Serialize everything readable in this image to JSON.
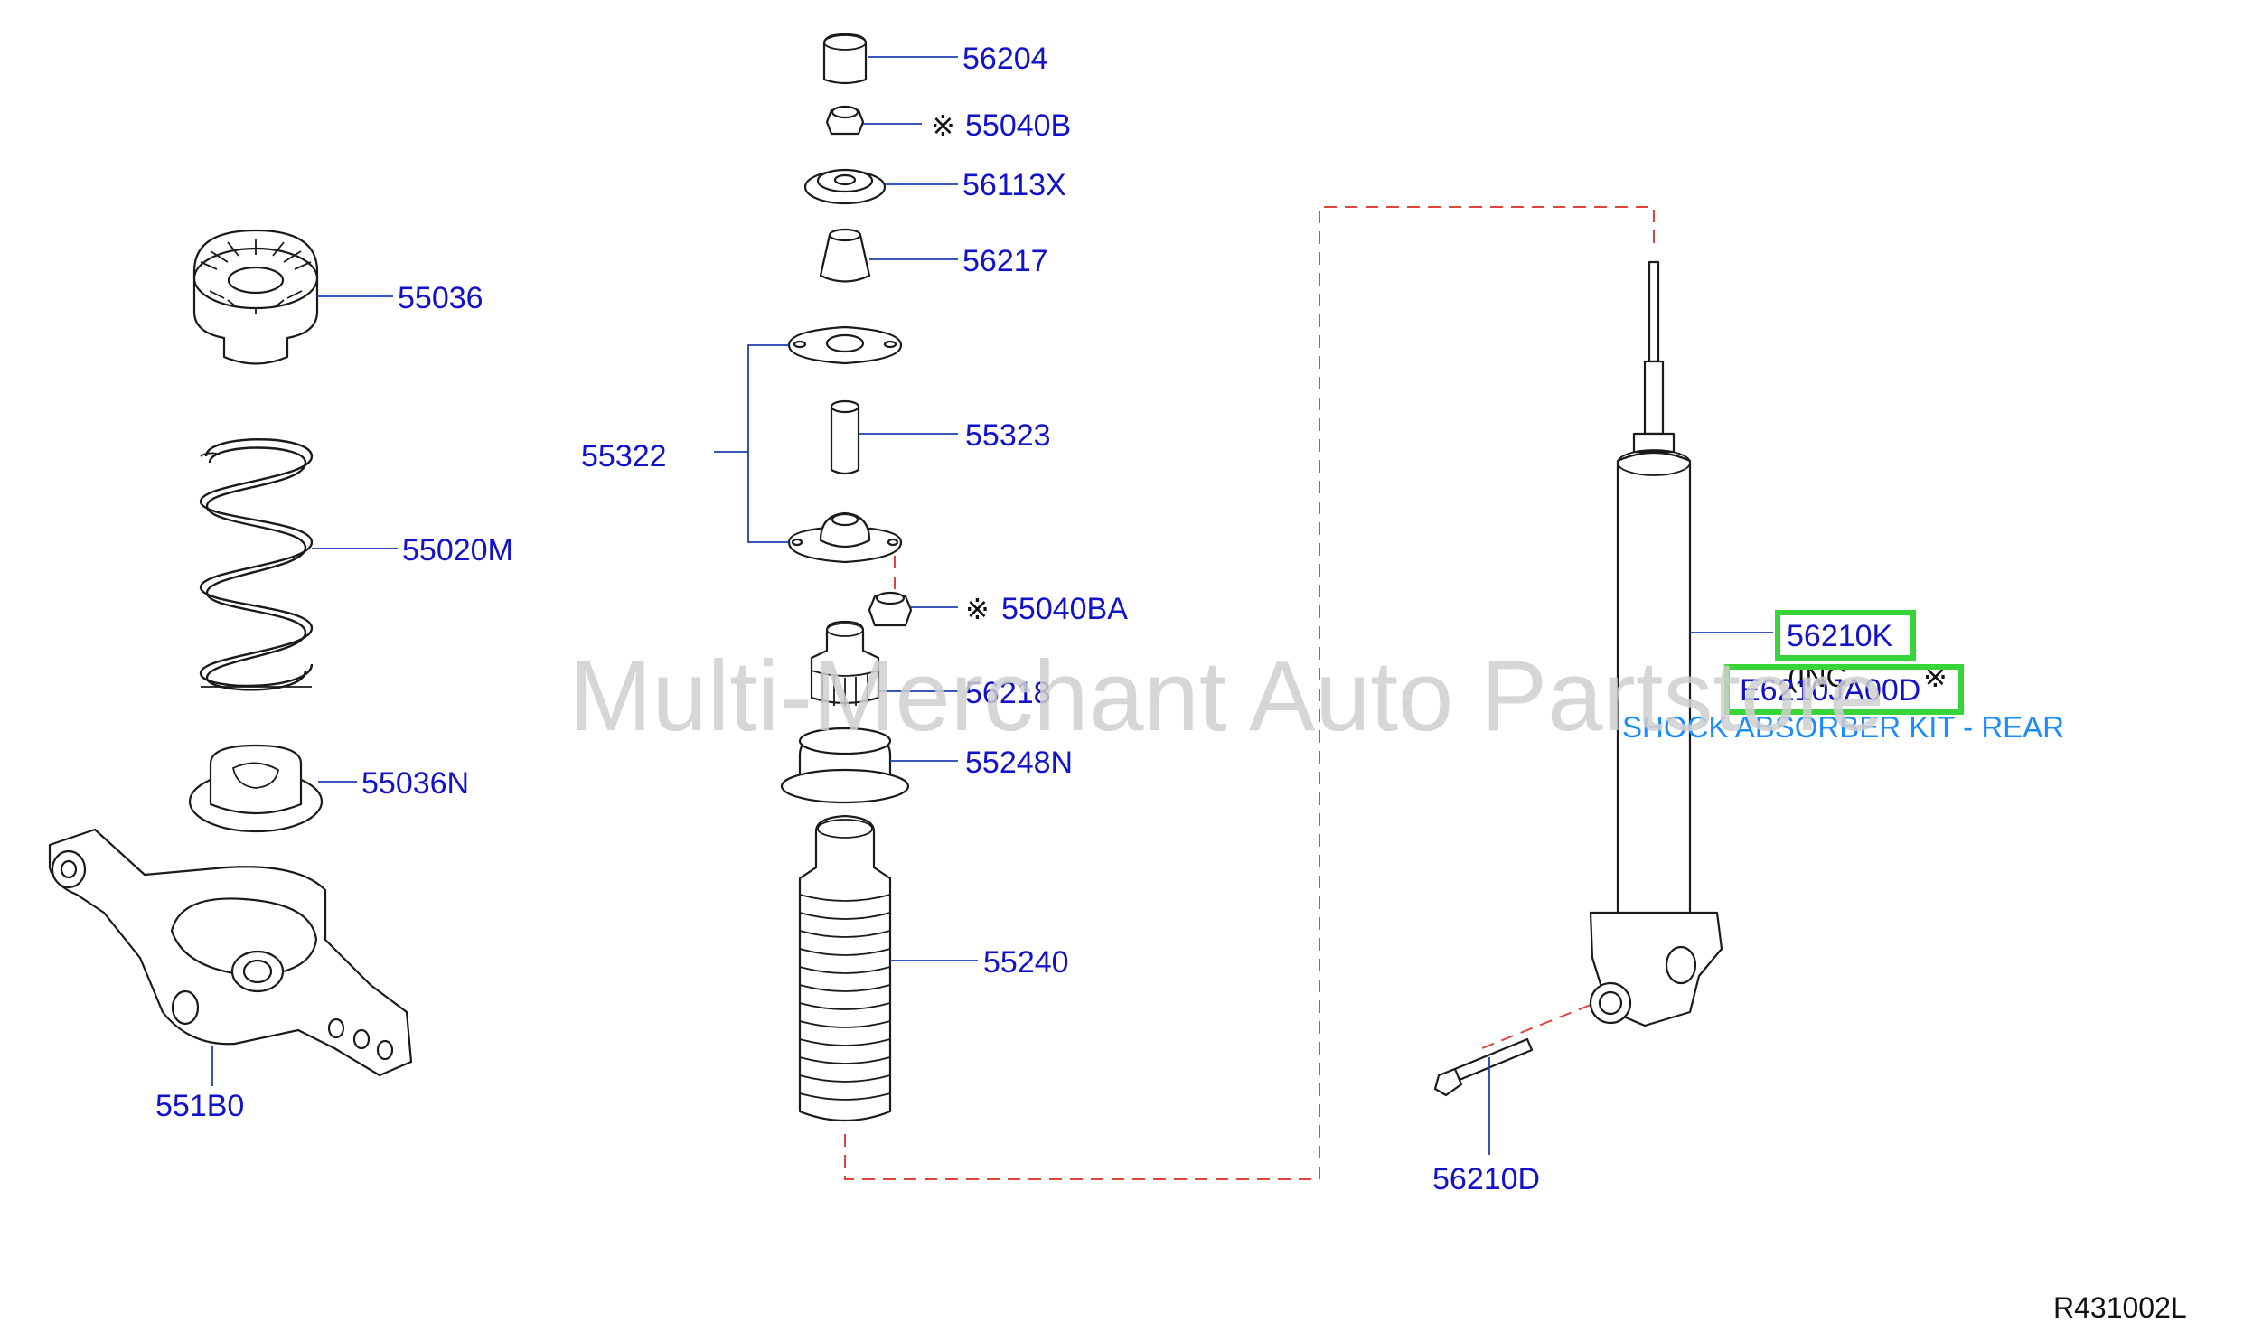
{
  "watermark": "Multi-Merchant Auto Partstore",
  "diagram_code": "R431002L",
  "note_symbol": "※",
  "parts": [
    {
      "id": "p1",
      "code": "56204"
    },
    {
      "id": "p2",
      "code": "55040B"
    },
    {
      "id": "p3",
      "code": "56113X"
    },
    {
      "id": "p4",
      "code": "56217"
    },
    {
      "id": "p5",
      "code": "55036"
    },
    {
      "id": "p6",
      "code": "55322"
    },
    {
      "id": "p7",
      "code": "55323"
    },
    {
      "id": "p8",
      "code": "55020M"
    },
    {
      "id": "p9",
      "code": "55040BA"
    },
    {
      "id": "p10",
      "code": "56218"
    },
    {
      "id": "p11",
      "code": "55248N"
    },
    {
      "id": "p12",
      "code": "55036N"
    },
    {
      "id": "p13",
      "code": "55240"
    },
    {
      "id": "p14",
      "code": "551B0"
    },
    {
      "id": "p15",
      "code": "56210D"
    },
    {
      "id": "p16",
      "code": "56210K"
    }
  ],
  "highlighted_item": {
    "part_code": "56210K",
    "inc_text": "(INC.",
    "inc_symbol": "※",
    "sku": "E6210JA00D",
    "description": "SHOCK ABSORBER KIT - REAR"
  },
  "colors": {
    "label": "#1212c8",
    "highlight": "#37d43a",
    "dashed_guide": "#e0443c",
    "description": "#1a8cff"
  }
}
